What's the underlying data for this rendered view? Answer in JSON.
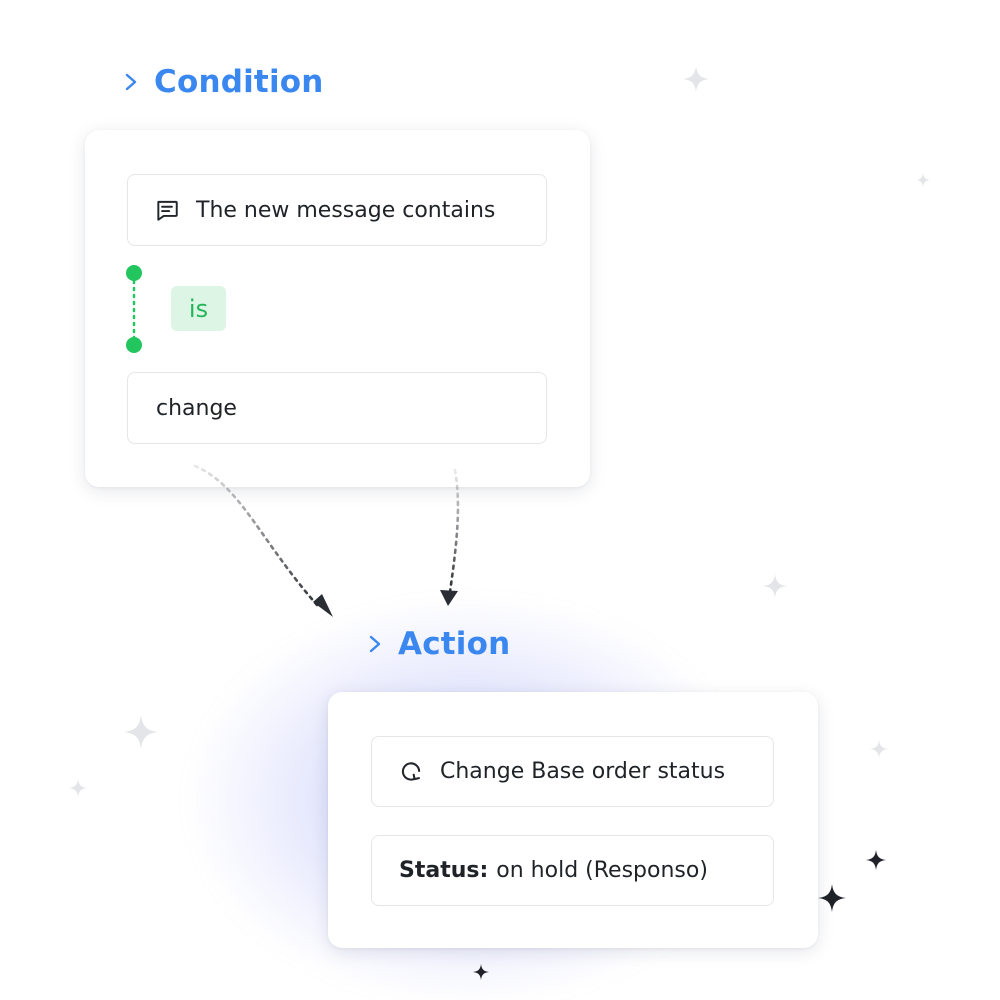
{
  "colors": {
    "accent": "#3b87f0",
    "connector_green": "#22c55e",
    "badge_bg": "#dcf5e4",
    "badge_text": "#24b45a",
    "arrow": "#2a2d33",
    "sparkle_light": "#e4e5e8",
    "sparkle_dark": "#1f2329",
    "action_glow": "#7c84f3"
  },
  "condition": {
    "title": "Condition",
    "trigger": {
      "icon": "message-icon",
      "label": "The new message contains"
    },
    "operator": "is",
    "value": "change"
  },
  "action": {
    "title": "Action",
    "step": {
      "icon": "refresh-icon",
      "label": "Change Base order status"
    },
    "status": {
      "label": "Status:",
      "value": "on hold (Responso)"
    }
  }
}
